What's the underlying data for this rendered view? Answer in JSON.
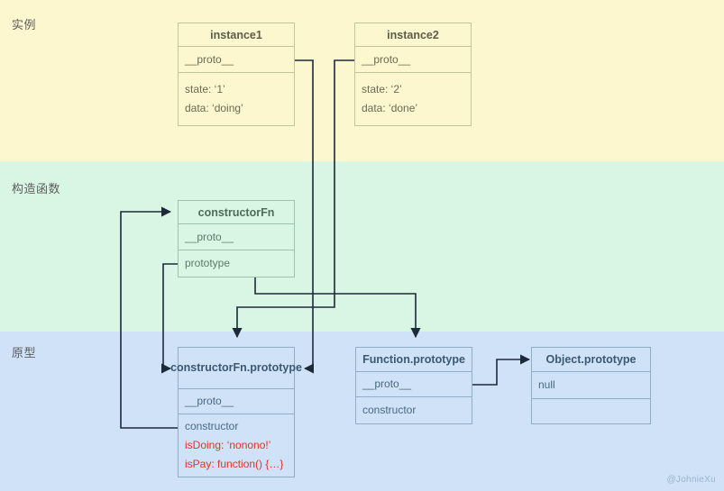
{
  "bands": [
    {
      "key": "instance",
      "label": "实例",
      "color": "#fdf7cf"
    },
    {
      "key": "constructor",
      "label": "构造函数",
      "color": "#d8f6e3"
    },
    {
      "key": "prototype",
      "label": "原型",
      "color": "#cfe2f7"
    }
  ],
  "boxes": {
    "instance1": {
      "title": "instance1",
      "proto": "__proto__",
      "props": [
        "state: ‘1’",
        "data: ‘doing’"
      ]
    },
    "instance2": {
      "title": "instance2",
      "proto": "__proto__",
      "props": [
        "state: ‘2’",
        "data: ‘done’"
      ]
    },
    "constructorFn": {
      "title": "constructorFn",
      "proto": "__proto__",
      "prototype": "prototype"
    },
    "constructorFnPrototype": {
      "title": "constructorFn.prototype",
      "proto": "__proto__",
      "members": [
        {
          "text": "constructor",
          "style": "normal"
        },
        {
          "text": "isDoing: ‘nonono!’",
          "style": "red"
        },
        {
          "text": "isPay: function() {…}",
          "style": "red"
        }
      ]
    },
    "functionPrototype": {
      "title": "Function.prototype",
      "proto": "__proto__",
      "constructor": "constructor"
    },
    "objectPrototype": {
      "title": "Object.prototype",
      "value": "null",
      "empty": ""
    }
  },
  "watermark": "@JohnieXu",
  "colors": {
    "instance_band": "#fdf7cf",
    "constructor_band": "#d8f6e3",
    "prototype_band": "#cfe2f7",
    "connector": "#1c2a3a",
    "highlight_text": "#e1352b"
  }
}
